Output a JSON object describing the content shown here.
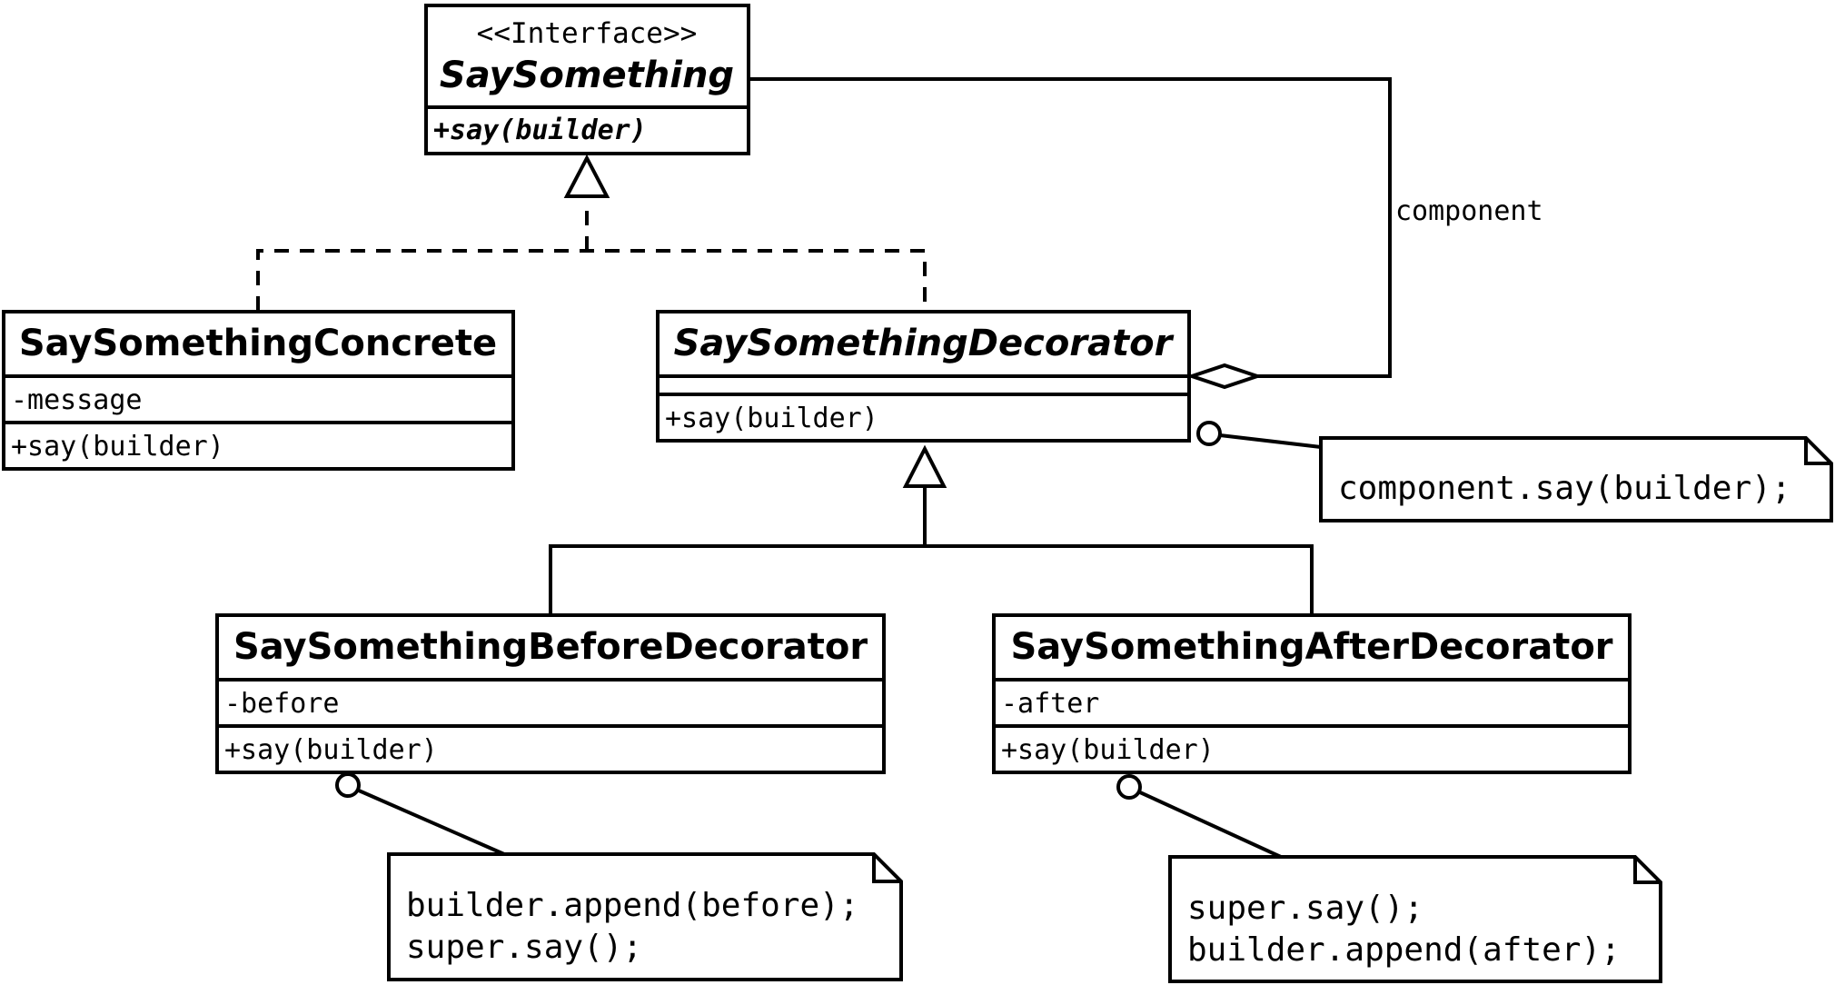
{
  "interface": {
    "stereotype": "<<Interface>>",
    "name": "SaySomething",
    "method": "+say(builder)"
  },
  "concrete": {
    "name": "SaySomethingConcrete",
    "attribute": "-message",
    "method": "+say(builder)"
  },
  "decorator": {
    "name": "SaySomethingDecorator",
    "method": "+say(builder)"
  },
  "before_decorator": {
    "name": "SaySomethingBeforeDecorator",
    "attribute": "-before",
    "method": "+say(builder)"
  },
  "after_decorator": {
    "name": "SaySomethingAfterDecorator",
    "attribute": "-after",
    "method": "+say(builder)"
  },
  "association_label": "component",
  "notes": {
    "decorator": [
      "component.say(builder);"
    ],
    "before": [
      "builder.append(before);",
      "super.say();"
    ],
    "after": [
      "super.say();",
      "builder.append(after);"
    ]
  }
}
